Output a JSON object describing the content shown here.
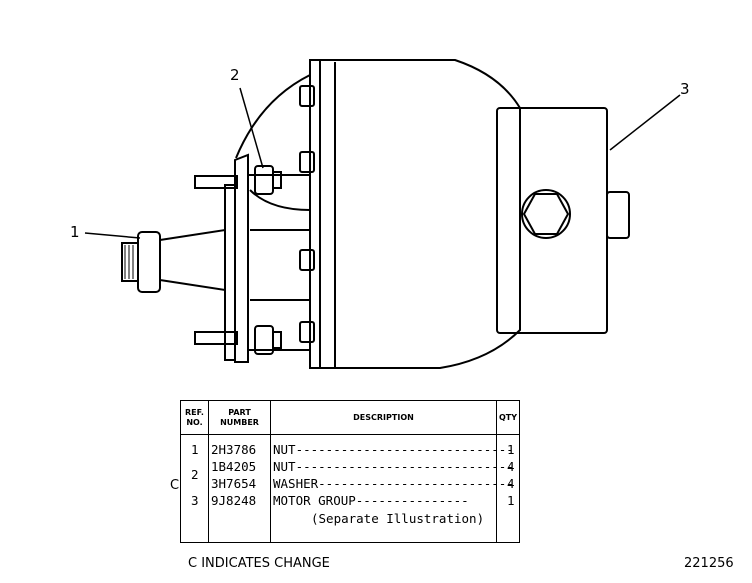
{
  "callouts": [
    "1",
    "2",
    "3"
  ],
  "table": {
    "headers": {
      "ref_a": "REF.",
      "ref_b": "NO.",
      "part_a": "PART",
      "part_b": "NUMBER",
      "description": "DESCRIPTION",
      "qty": "QTY"
    },
    "rows": [
      {
        "ref": "1",
        "part": "2H3786",
        "description": "NUT-----------------------------",
        "qty": "1"
      },
      {
        "ref": "",
        "part": "1B4205",
        "description": "NUT-----------------------------",
        "qty": "4"
      },
      {
        "ref": "",
        "part": "3H7654",
        "description": "WASHER--------------------------",
        "qty": "4"
      },
      {
        "ref": "3",
        "part": "9J8248",
        "description": "MOTOR GROUP---------------",
        "qty": "1"
      }
    ],
    "row2_ref": "2",
    "continuation": "(Separate Illustration)",
    "change_mark": "C"
  },
  "footer": {
    "change_note": "C INDICATES CHANGE",
    "illustration_number": "221256"
  }
}
